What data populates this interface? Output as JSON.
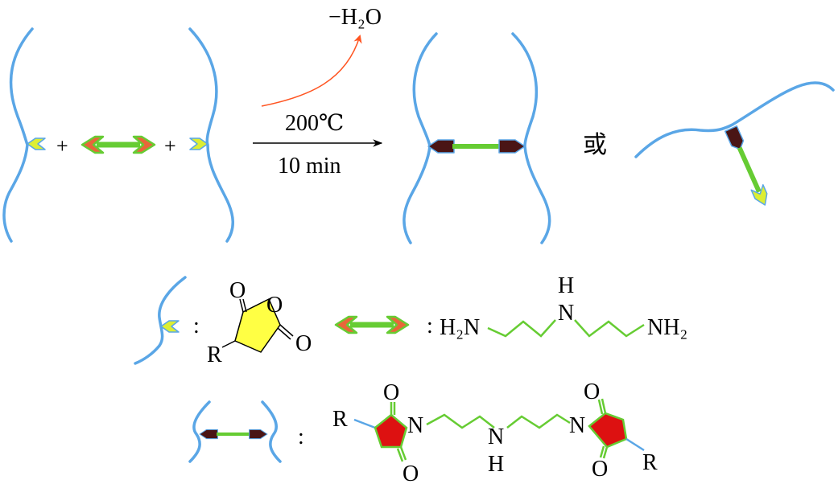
{
  "reaction": {
    "byproduct": "−H₂O",
    "temperature": "200℃",
    "time": "10 min",
    "plus1": "+",
    "plus2": "+",
    "or_text": "或"
  },
  "legend": {
    "colon1": ":",
    "colon2": ":",
    "colon3": ":",
    "anhydride": {
      "O_top": "O",
      "O_ring": "O",
      "O_right": "O",
      "R": "R"
    },
    "amine": {
      "H2N": "H₂N",
      "NH_N": "N",
      "NH_H": "H",
      "NH2": "NH₂"
    },
    "imide": {
      "R_left": "R",
      "O_left_top": "O",
      "N_left": "N",
      "O_left_bottom": "O",
      "NH_N": "N",
      "NH_H": "H",
      "N_right": "N",
      "O_right_top": "O",
      "O_right_bottom": "O",
      "R_right": "R"
    }
  },
  "colors": {
    "chain": "#5aa6e6",
    "green": "#66cc33",
    "orange": "#e8663a",
    "dark": "#4a1515",
    "yellow": "#ddee33",
    "red": "#dd1111",
    "arrow_red": "#ff5522"
  }
}
